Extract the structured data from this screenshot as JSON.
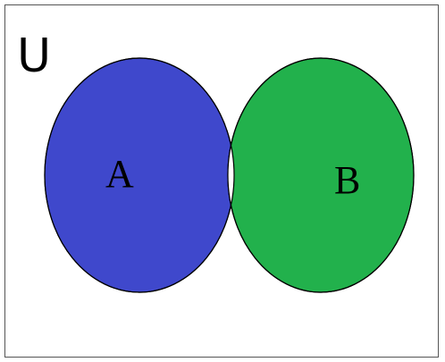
{
  "universe": {
    "label": "U"
  },
  "sets": [
    {
      "label": "A",
      "color": "#3f48cc"
    },
    {
      "label": "B",
      "color": "#22b14c"
    }
  ],
  "intersection_color": "#ffffff",
  "outline_color": "#000000"
}
